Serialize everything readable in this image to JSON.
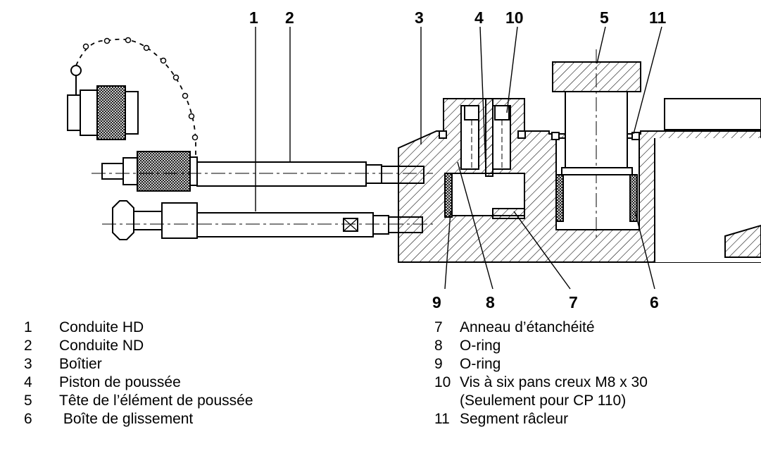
{
  "callouts": {
    "c1": "1",
    "c2": "2",
    "c3": "3",
    "c4": "4",
    "c10": "10",
    "c5": "5",
    "c11": "11",
    "c9": "9",
    "c8": "8",
    "c7": "7",
    "c6": "6"
  },
  "legend_left": [
    {
      "num": "1",
      "text": "Conduite HD"
    },
    {
      "num": "2",
      "text": "Conduite ND"
    },
    {
      "num": "3",
      "text": "Boîtier"
    },
    {
      "num": "4",
      "text": "Piston de poussée"
    },
    {
      "num": "5",
      "text": "Tête de l’élément de poussée"
    },
    {
      "num": "6",
      "text": " Boîte de glissement"
    }
  ],
  "legend_right": [
    {
      "num": "7",
      "text": "Anneau d’étanchéité"
    },
    {
      "num": "8",
      "text": "O-ring"
    },
    {
      "num": "9",
      "text": "O-ring"
    },
    {
      "num": "10",
      "text": "Vis à six pans creux M8 x 30"
    },
    {
      "num": "",
      "text": "(Seulement pour CP 110)"
    },
    {
      "num": "11",
      "text": "Segment râcleur"
    }
  ]
}
